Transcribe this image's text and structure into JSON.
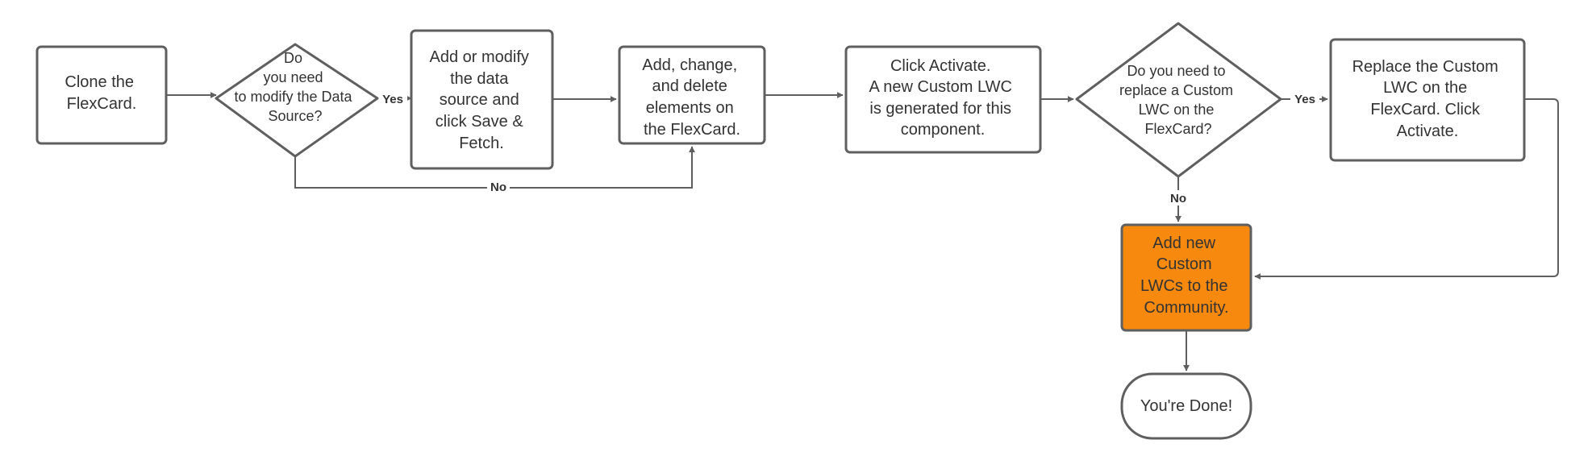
{
  "colors": {
    "stroke": "#5f5f5f",
    "text": "#333333",
    "highlight": "#f7890f"
  },
  "nodes": {
    "clone": [
      "Clone the",
      "FlexCard."
    ],
    "decision_data_source": [
      "Do",
      "you need",
      "to modify the Data",
      "Source?"
    ],
    "modify_data_source": [
      "Add or modify",
      "the data",
      "source and",
      "click Save &",
      "Fetch."
    ],
    "edit_elements": [
      "Add, change,",
      "and delete",
      "elements on",
      "the FlexCard."
    ],
    "activate": [
      "Click Activate.",
      "A new Custom LWC",
      "is generated for this",
      "component."
    ],
    "decision_replace_lwc": [
      "Do you need to",
      "replace a Custom",
      "LWC on the",
      "FlexCard?"
    ],
    "replace_lwc": [
      "Replace the Custom",
      "LWC on the",
      "FlexCard. Click",
      "Activate."
    ],
    "add_to_community": [
      "Add new",
      "Custom",
      "LWCs to the",
      "Community."
    ],
    "done": [
      "You're Done!"
    ]
  },
  "edges": {
    "yes_1": "Yes",
    "no_1": "No",
    "yes_2": "Yes",
    "no_2": "No"
  }
}
